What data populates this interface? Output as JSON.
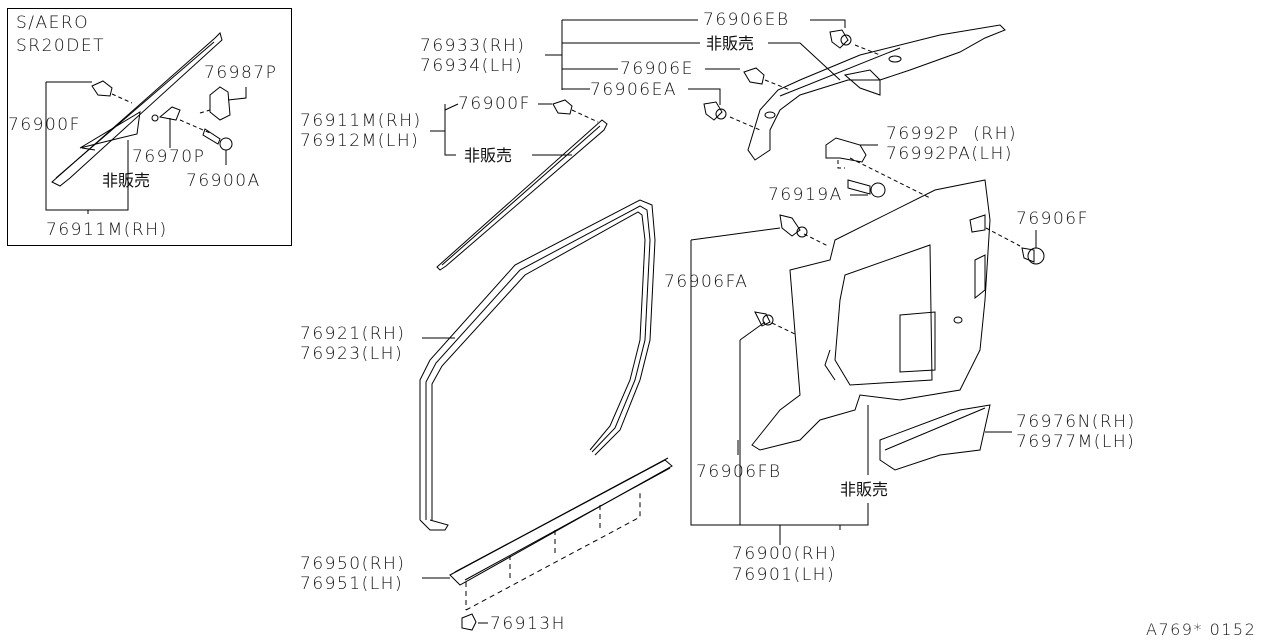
{
  "inset": {
    "variant_line1": "S/AERO",
    "variant_line2": "SR20DET",
    "labels": {
      "p76987P": "76987P",
      "p76900F": "76900F",
      "p76970P": "76970P",
      "not_sold": "非販売",
      "p76900A": "76900A",
      "p76911M": "76911M(RH)"
    }
  },
  "labels": {
    "p76906EB": "76906EB",
    "p76933": "76933(RH)",
    "p76934": "76934(LH)",
    "not_sold_top": "非販売",
    "p76906E": "76906E",
    "p76906EA": "76906EA",
    "p76911M": "76911M(RH)",
    "p76912M": "76912M(LH)",
    "p76900F": "76900F",
    "not_sold_pillar": "非販売",
    "p76992P": "76992P  (RH)",
    "p76992PA": "76992PA(LH)",
    "p76919A": "76919A",
    "p76906F": "76906F",
    "p76906FA": "76906FA",
    "p76921": "76921(RH)",
    "p76923": "76923(LH)",
    "p76976N": "76976N(RH)",
    "p76977M": "76977M(LH)",
    "p76906FB": "76906FB",
    "not_sold_panel": "非販売",
    "p76950": "76950(RH)",
    "p76951": "76951(LH)",
    "p76900": "76900(RH)",
    "p76901": "76901(LH)",
    "p76913H": "76913H"
  },
  "figure_id": "A769* 0152",
  "colors": {
    "line": "#000000",
    "background": "#ffffff"
  }
}
